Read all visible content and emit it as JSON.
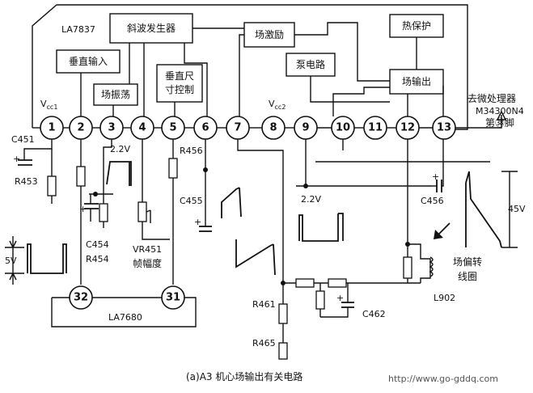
{
  "ic": {
    "name": "LA7837",
    "second": "LA7680"
  },
  "blocks": {
    "ramp_generator": "斜波发生器",
    "vertical_input": "垂直输入",
    "oscillator": "场振荡",
    "vertical_size_1": "垂直尺",
    "vertical_size_2": "寸控制",
    "field_driver": "场激励",
    "pump_circuit": "泵电路",
    "thermal_protection": "热保护",
    "field_output": "场输出"
  },
  "pins": [
    "1",
    "2",
    "3",
    "4",
    "5",
    "6",
    "7",
    "8",
    "9",
    "10",
    "11",
    "12",
    "13"
  ],
  "pins_ext": [
    "32",
    "31"
  ],
  "labels": {
    "vcc1_main": "V",
    "vcc1_sub": "cc1",
    "vcc2_main": "V",
    "vcc2_sub": "cc2",
    "pin3_voltage": "2.2V",
    "pin9_voltage": "2.2V",
    "uproc_1": "去微处理器",
    "uproc_2": "M34300N4",
    "uproc_3": "第㊳脚",
    "v45": "45V",
    "v5": "5V",
    "yoke_1": "场偏转",
    "yoke_2": "线圈"
  },
  "components": {
    "c451": "C451",
    "r453": "R453",
    "c454": "C454",
    "r454": "R454",
    "vr451": "VR451",
    "vr451_desc": "帧幅度",
    "r456": "R456",
    "c455": "C455",
    "c456": "C456",
    "l902": "L902",
    "c462": "C462",
    "r461": "R461",
    "r465": "R465"
  },
  "caption": "(a)A3 机心场输出有关电路",
  "watermark": "http://www.go-gddq.com"
}
